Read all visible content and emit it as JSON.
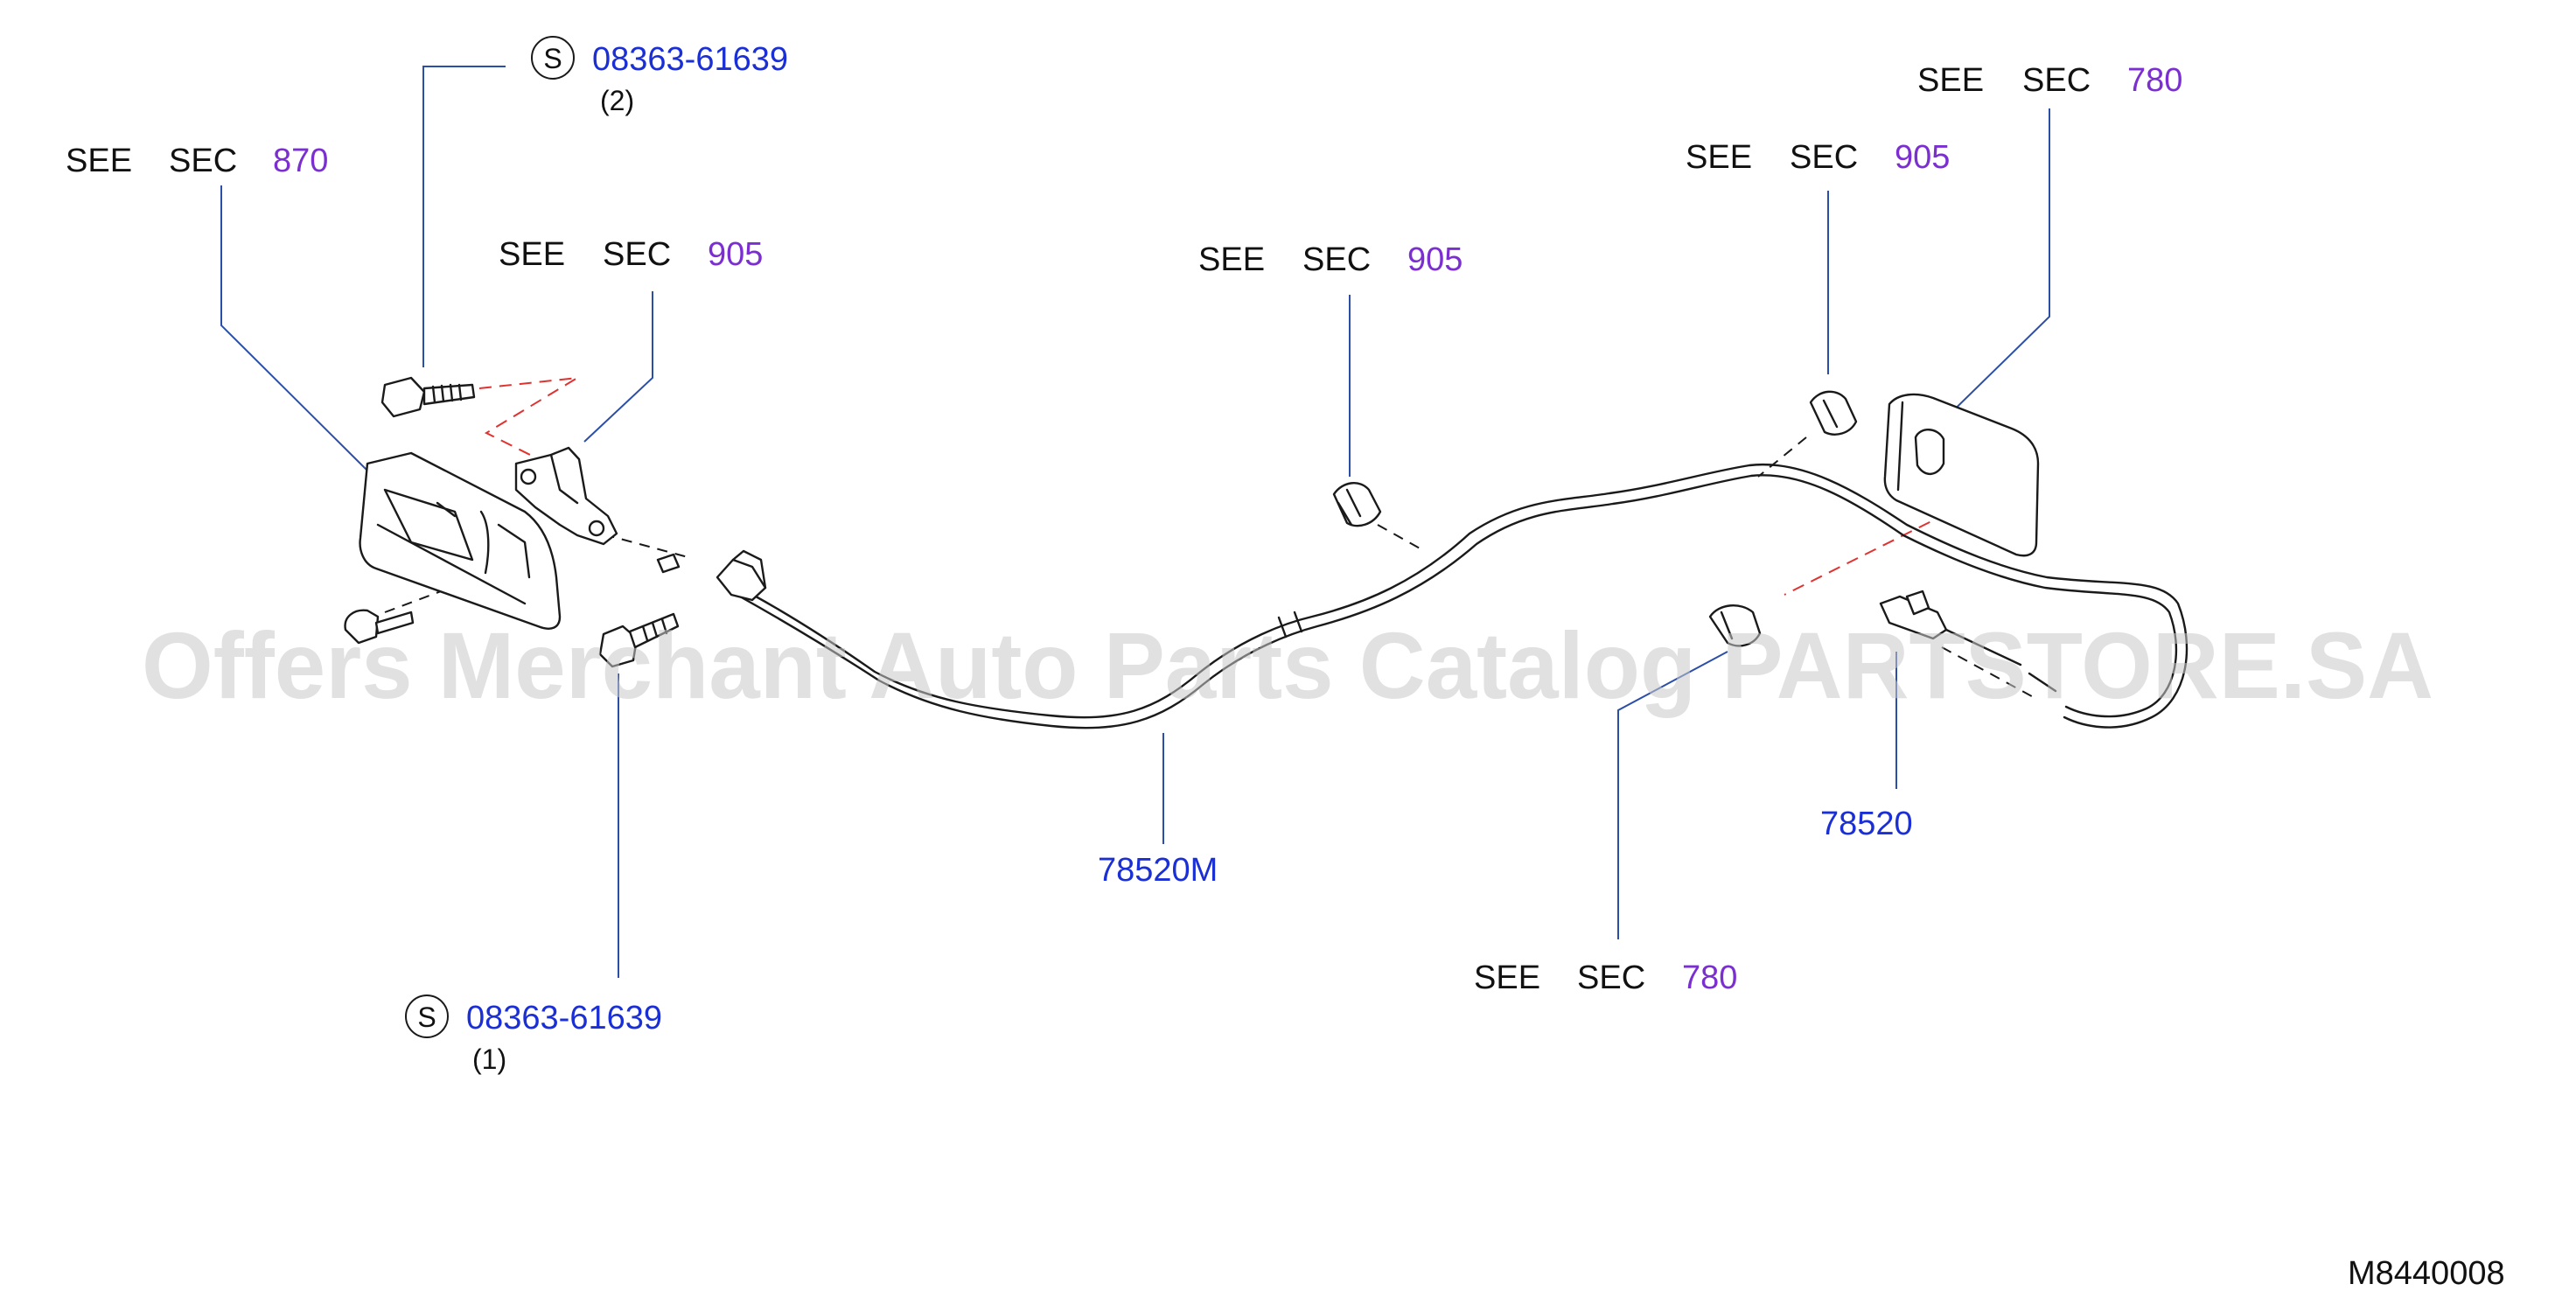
{
  "callouts": {
    "see": "SEE",
    "sec": "SEC",
    "sec_870_top_left": "870",
    "sec_905_bracket": "905",
    "sec_905_clip_center": "905",
    "sec_905_clip_right": "905",
    "sec_780_top_right": "780",
    "sec_780_bottom": "780"
  },
  "parts": {
    "bolt_top_symbol": "S",
    "bolt_top_number": "08363-61639",
    "bolt_top_qty": "(2)",
    "bolt_bottom_symbol": "S",
    "bolt_bottom_number": "08363-61639",
    "bolt_bottom_qty": "(1)",
    "cable_assembly": "78520M",
    "cable_end": "78520"
  },
  "watermark": "Offers Merchant Auto Parts Catalog PARTSTORE.SA",
  "diagram_code": "M8440008",
  "colors": {
    "sec_number": "#7b2fd1",
    "part_number": "#1a2fd6",
    "leader_line": "#2b4fa8",
    "dashed_guide": "#e0322f",
    "text": "#111111"
  }
}
